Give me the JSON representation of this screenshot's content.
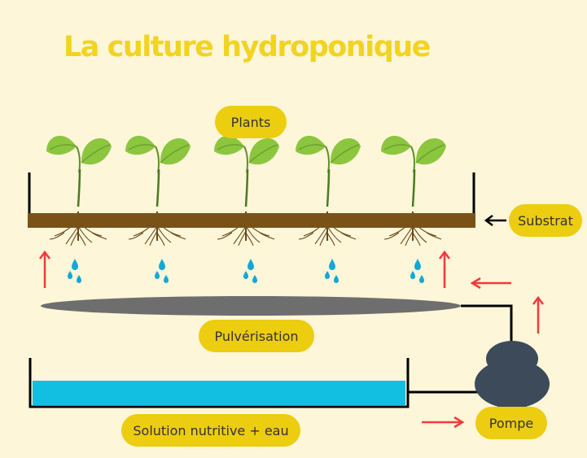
{
  "title": "La culture hydroponique",
  "labels": {
    "plants": "Plants",
    "substrat": "Substrat",
    "pulverisation": "Pulvérisation",
    "pompe": "Pompe",
    "solution": "Solution nutritive + eau"
  },
  "colors": {
    "background": "#fdf6d8",
    "title": "#f2d321",
    "label_fill": "#eccd10",
    "substrate": "#7a5218",
    "leaf": "#8cc63f",
    "water": "#12bfe0",
    "mist_bar": "#6e6e6e",
    "pump": "#3c4a5a",
    "arrow_red": "#f23a3a"
  },
  "plant_count": 5
}
